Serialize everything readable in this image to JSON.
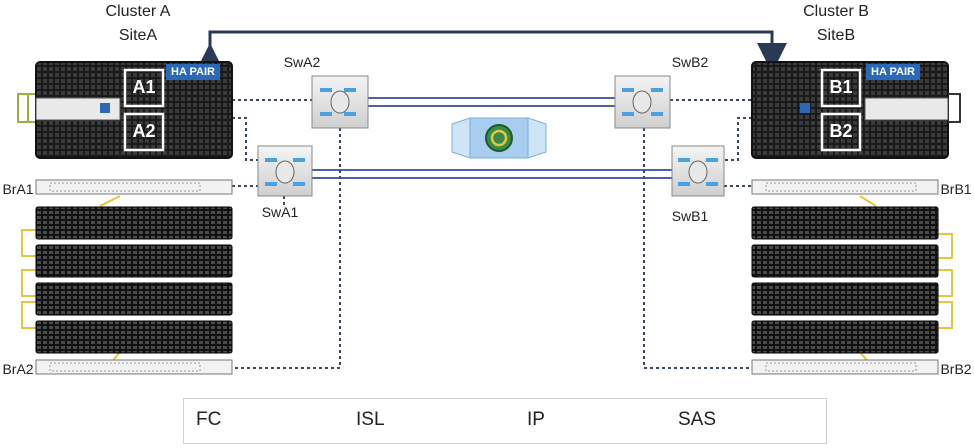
{
  "clusters": {
    "a": {
      "name": "Cluster A",
      "site": "SiteA",
      "ha_label": "HA PAIR",
      "node1": "A1",
      "node2": "A2"
    },
    "b": {
      "name": "Cluster B",
      "site": "SiteB",
      "ha_label": "HA PAIR",
      "node1": "B1",
      "node2": "B2"
    }
  },
  "switches": {
    "swa1": "SwA1",
    "swa2": "SwA2",
    "swb1": "SwB1",
    "swb2": "SwB2"
  },
  "bridges": {
    "bra1": "BrA1",
    "bra2": "BrA2",
    "brb1": "BrB1",
    "brb2": "BrB2"
  },
  "legend": [
    {
      "label": "FC",
      "style": "dotted",
      "color": "#3a4a5c"
    },
    {
      "label": "ISL",
      "style": "solid",
      "color": "#5060b0"
    },
    {
      "label": "IP",
      "style": "solid",
      "color": "#333333"
    },
    {
      "label": "SAS",
      "style": "solid",
      "color": "#e0c840"
    }
  ],
  "colors": {
    "fc": "#3a4a5c",
    "isl": "#5060b0",
    "ip": "#2a3a55",
    "sas": "#e0c840",
    "ha_badge": "#2c68b8",
    "switch_arrow": "#4aa0e0"
  }
}
